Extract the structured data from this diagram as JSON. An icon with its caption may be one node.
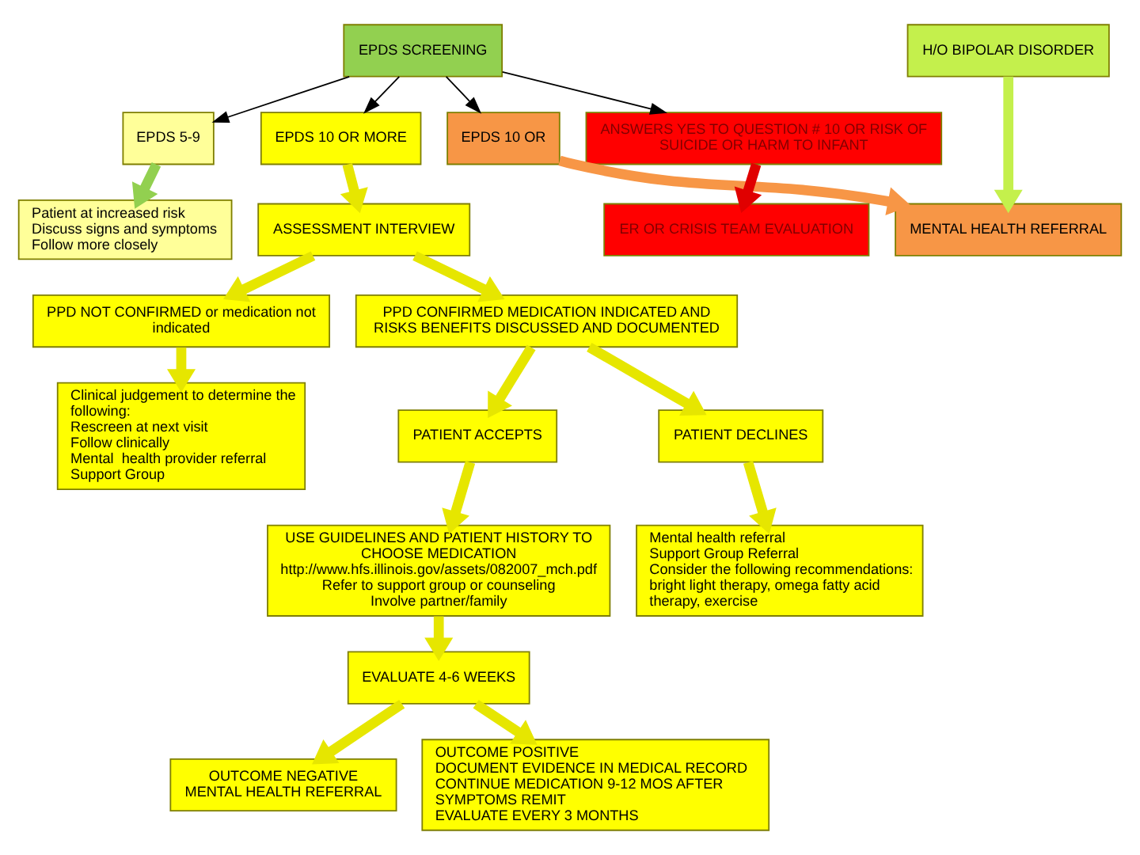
{
  "diagram": {
    "nodes": [
      {
        "text": [
          "EPDS SCREENING"
        ]
      },
      {
        "text": [
          "H/O BIPOLAR DISORDER"
        ]
      },
      {
        "text": [
          "EPDS 5-9"
        ]
      },
      {
        "text": [
          "EPDS 10 OR MORE"
        ]
      },
      {
        "text": [
          "EPDS 10 OR"
        ]
      },
      {
        "text": [
          "ANSWERS YES TO QUESTION # 10 OR RISK OF SUICIDE OR HARM TO INFANT"
        ]
      },
      {
        "text": [
          "Patient at increased risk",
          "Discuss signs and symptoms",
          "Follow more closely"
        ]
      },
      {
        "text": [
          "MENTAL HEALTH REFERRAL"
        ]
      },
      {
        "text": [
          "ASSESSMENT INTERVIEW"
        ]
      },
      {
        "text": [
          "ER OR CRISIS TEAM EVALUATION"
        ]
      },
      {
        "text": [
          "PPD NOT CONFIRMED or medication not indicated"
        ]
      },
      {
        "text": [
          "PPD CONFIRMED MEDICATION INDICATED AND  RISKS BENEFITS DISCUSSED AND DOCUMENTED"
        ]
      },
      {
        "text": [
          "Clinical judgement to determine the following:",
          "Rescreen at next visit",
          "Follow clinically",
          "Mental  health provider referral",
          "Support Group"
        ]
      },
      {
        "text": [
          "PATIENT ACCEPTS"
        ]
      },
      {
        "text": [
          "PATIENT DECLINES"
        ]
      },
      {
        "text": [
          "USE GUIDELINES AND PATIENT HISTORY TO CHOOSE MEDICATION",
          "http://www.hfs.illinois.gov/assets/082007_mch.pdf",
          "Refer to support group or counseling",
          "Involve partner/family"
        ]
      },
      {
        "text": [
          "Mental health referral",
          "Support Group Referral",
          "Consider the following recommendations: bright light therapy, omega fatty acid therapy, exercise"
        ]
      },
      {
        "text": [
          "EVALUATE 4-6 WEEKS"
        ]
      },
      {
        "text": [
          "OUTCOME NEGATIVE",
          "MENTAL HEALTH REFERRAL"
        ]
      },
      {
        "text": [
          "OUTCOME POSITIVE",
          "DOCUMENT EVIDENCE IN MEDICAL RECORD",
          "CONTINUE MEDICATION 9-12 MOS AFTER SYMPTOMS REMIT",
          "EVALUATE EVERY 3 MONTHS"
        ]
      }
    ],
    "edges": [
      {
        "from": 0,
        "to": 2,
        "arrow": "to",
        "color": "#000000"
      },
      {
        "from": 0,
        "to": 3,
        "arrow": "to",
        "color": "#000000"
      },
      {
        "from": 0,
        "to": 4,
        "arrow": "to",
        "color": "#000000"
      },
      {
        "from": 0,
        "to": 5,
        "arrow": "to",
        "color": "#000000"
      },
      {
        "from": 2,
        "to": 6,
        "arrow": "to",
        "color": "#92d050"
      },
      {
        "from": 1,
        "to": 7,
        "arrow": "to",
        "color": "#c4f04c"
      },
      {
        "from": 4,
        "to": 7,
        "arrow": "to",
        "color": "#f79646"
      },
      {
        "from": 5,
        "to": 9,
        "arrow": "to",
        "color": "#e00000"
      },
      {
        "from": 3,
        "to": 8,
        "arrow": "to"
      },
      {
        "from": 8,
        "to": 10,
        "arrow": "to"
      },
      {
        "from": 8,
        "to": 11,
        "arrow": "to"
      },
      {
        "from": 10,
        "to": 12,
        "arrow": "to"
      },
      {
        "from": 11,
        "to": 13,
        "arrow": "to"
      },
      {
        "from": 11,
        "to": 14,
        "arrow": "to"
      },
      {
        "from": 13,
        "to": 15,
        "arrow": "to"
      },
      {
        "from": 14,
        "to": 16,
        "arrow": "to"
      },
      {
        "from": 15,
        "to": 17,
        "arrow": "to"
      },
      {
        "from": 17,
        "to": 18,
        "arrow": "to"
      },
      {
        "from": 17,
        "to": 19,
        "arrow": "to"
      }
    ]
  }
}
